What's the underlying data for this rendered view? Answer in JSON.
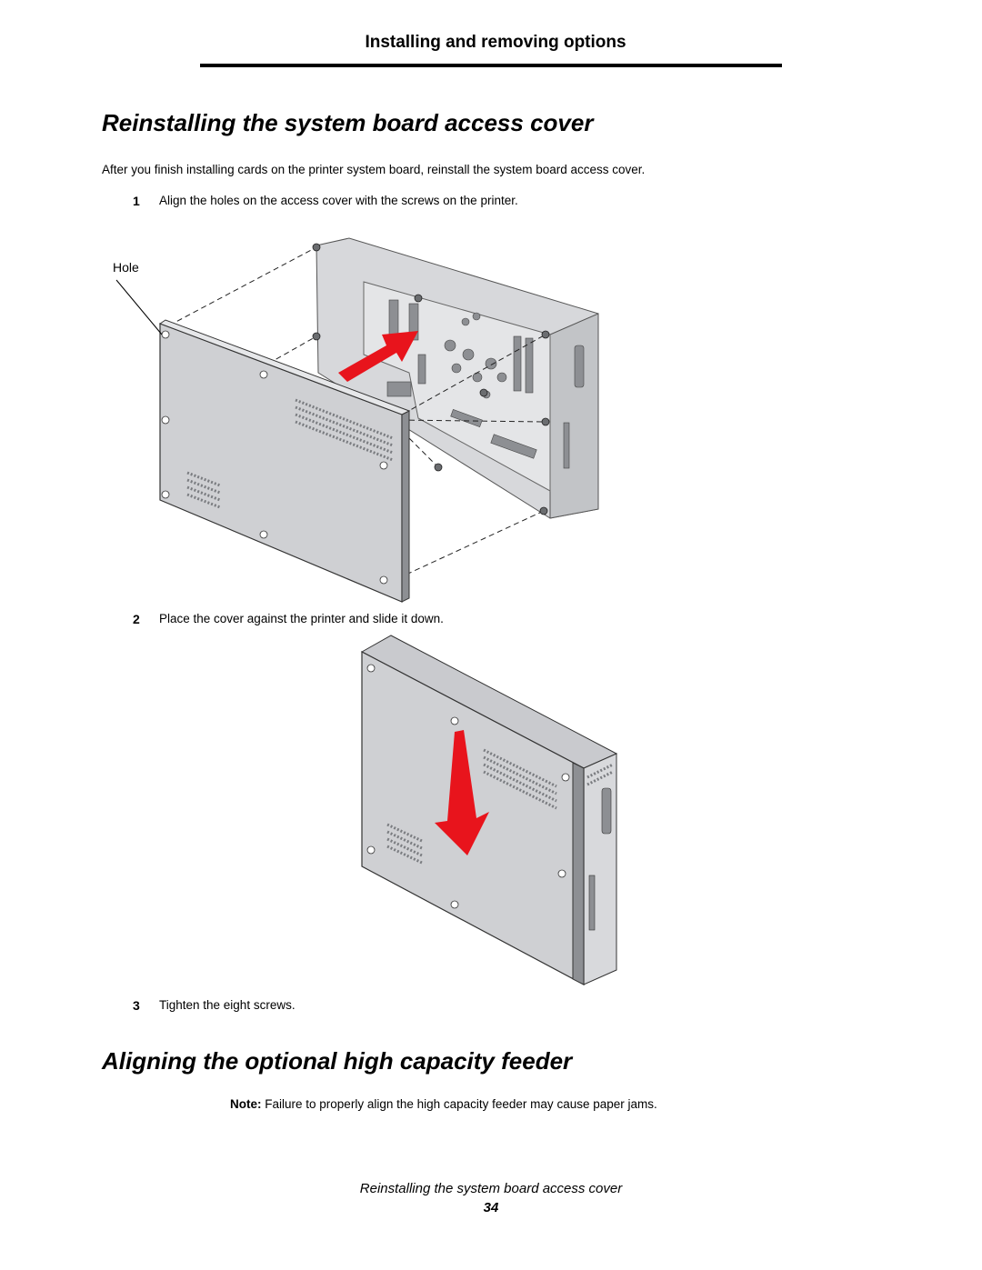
{
  "header": {
    "section_title": "Installing and removing options"
  },
  "section1": {
    "heading": "Reinstalling the system board access cover",
    "intro": "After you finish installing cards on the printer system board, reinstall the system board access cover.",
    "steps": [
      {
        "number": "1",
        "text": "Align the holes on the access cover with the screws on the printer."
      },
      {
        "number": "2",
        "text": "Place the cover against the printer and slide it down."
      },
      {
        "number": "3",
        "text": "Tighten the eight screws."
      }
    ],
    "figure1": {
      "callout": "Hole"
    }
  },
  "section2": {
    "heading": "Aligning the optional high capacity feeder",
    "note_label": "Note:",
    "note_text": "Failure to properly align the high capacity feeder may cause paper jams."
  },
  "footer": {
    "title": "Reinstalling the system board access cover",
    "page_number": "34"
  },
  "colors": {
    "arrow": "#e8141c",
    "panel": "#cfd0d3",
    "panel_dark": "#8d8f93",
    "rule": "#000000"
  },
  "icons": [
    "red-arrow-icon",
    "screw-icon",
    "keyhole-icon",
    "vent-grille-icon"
  ]
}
